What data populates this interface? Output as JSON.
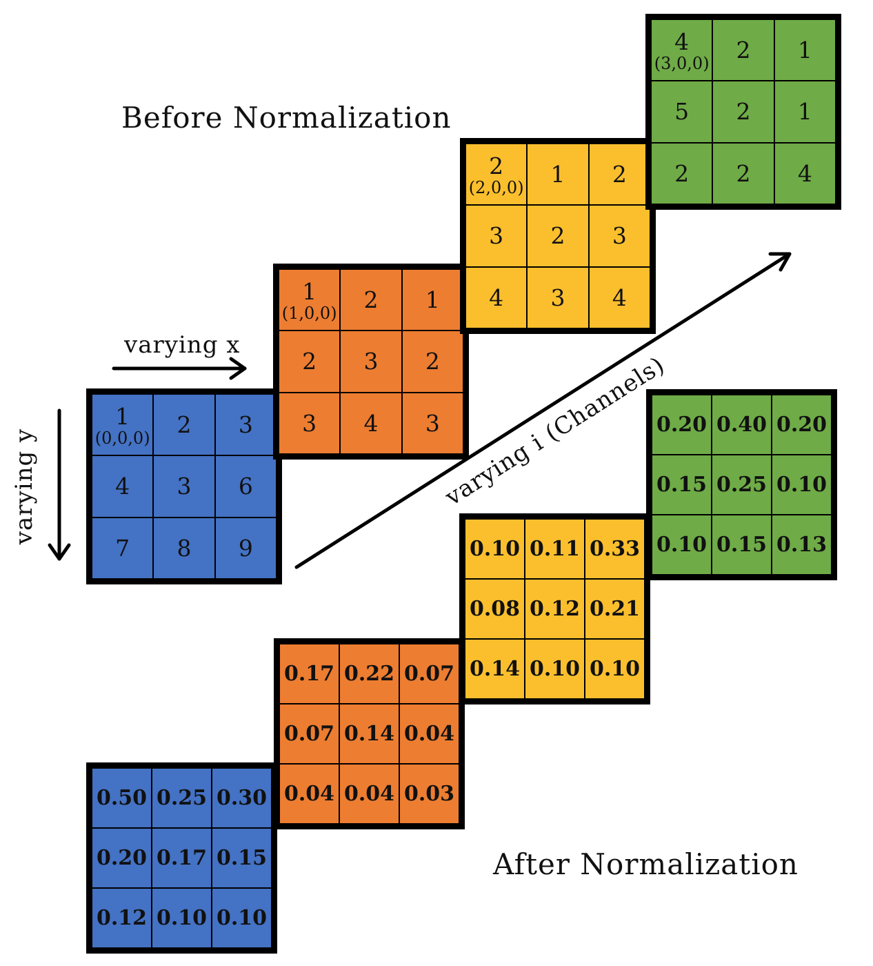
{
  "labels": {
    "before": "Before Normalization",
    "after": "After Normalization",
    "axis_x": "varying x",
    "axis_y": "varying y",
    "axis_channels": "varying i (Channels)"
  },
  "colors": {
    "channel_0": "#4472c4",
    "channel_1": "#ed7d31",
    "channel_2": "#fbbf2d",
    "channel_3": "#6fab47"
  },
  "before": [
    {
      "origin_label": "(0,0,0)",
      "cells": [
        "1",
        "2",
        "3",
        "4",
        "3",
        "6",
        "7",
        "8",
        "9"
      ]
    },
    {
      "origin_label": "(1,0,0)",
      "cells": [
        "1",
        "2",
        "1",
        "2",
        "3",
        "2",
        "3",
        "4",
        "3"
      ]
    },
    {
      "origin_label": "(2,0,0)",
      "cells": [
        "2",
        "1",
        "2",
        "3",
        "2",
        "3",
        "4",
        "3",
        "4"
      ]
    },
    {
      "origin_label": "(3,0,0)",
      "cells": [
        "4",
        "2",
        "1",
        "5",
        "2",
        "1",
        "2",
        "2",
        "4"
      ]
    }
  ],
  "after": [
    {
      "cells": [
        "0.50",
        "0.25",
        "0.30",
        "0.20",
        "0.17",
        "0.15",
        "0.12",
        "0.10",
        "0.10"
      ]
    },
    {
      "cells": [
        "0.17",
        "0.22",
        "0.07",
        "0.07",
        "0.14",
        "0.04",
        "0.04",
        "0.04",
        "0.03"
      ]
    },
    {
      "cells": [
        "0.10",
        "0.11",
        "0.33",
        "0.08",
        "0.12",
        "0.21",
        "0.14",
        "0.10",
        "0.10"
      ]
    },
    {
      "cells": [
        "0.20",
        "0.40",
        "0.20",
        "0.15",
        "0.25",
        "0.10",
        "0.10",
        "0.15",
        "0.13"
      ]
    }
  ]
}
